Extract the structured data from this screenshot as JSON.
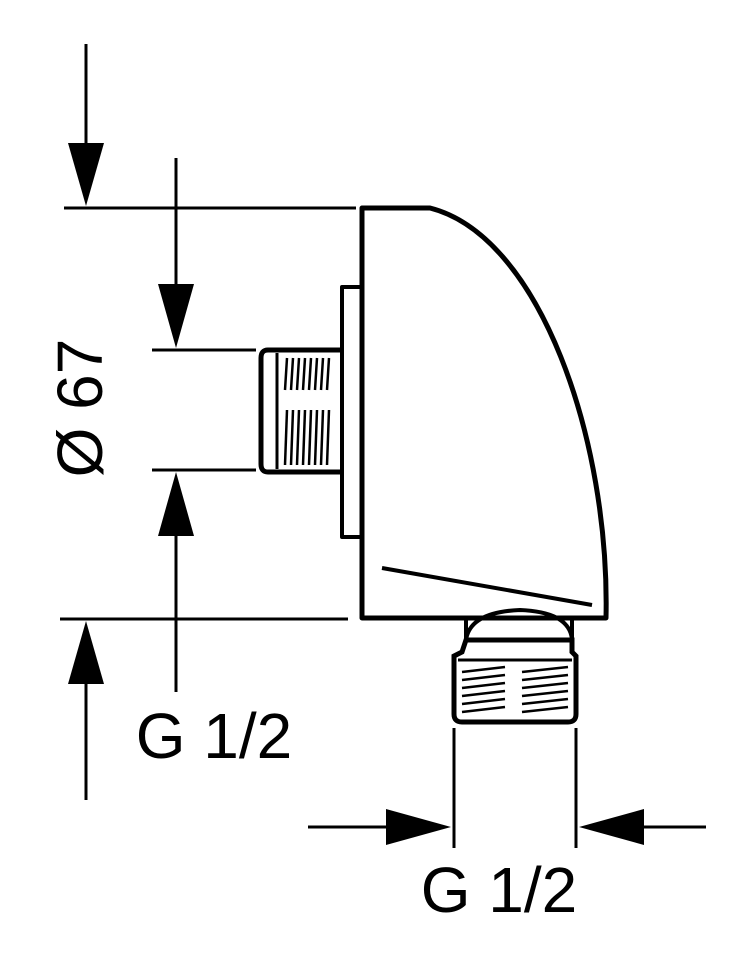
{
  "dimensions": {
    "diameter_label": "Ø 67",
    "inlet_thread_label": "G 1/2",
    "outlet_thread_label": "G 1/2"
  },
  "colors": {
    "line": "#000000",
    "background": "#ffffff"
  }
}
